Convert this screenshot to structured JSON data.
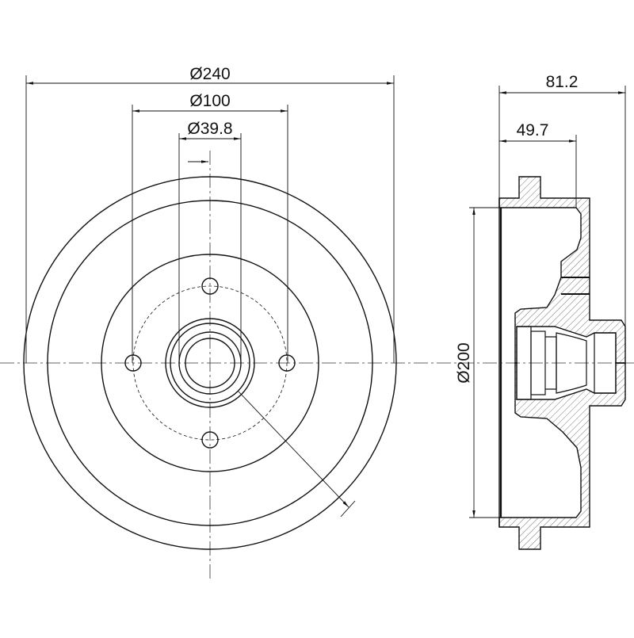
{
  "drawing": {
    "front_view": {
      "outer_diameter_label": "Ø240",
      "bolt_circle_label": "Ø100",
      "center_bore_label": "Ø39.8",
      "bolt_hole_count": 4
    },
    "side_view": {
      "total_height_label": "81.2",
      "drum_depth_label": "49.7",
      "braking_diameter_label": "Ø200"
    },
    "colors": {
      "line": "#111111",
      "background": "#ffffff"
    }
  }
}
